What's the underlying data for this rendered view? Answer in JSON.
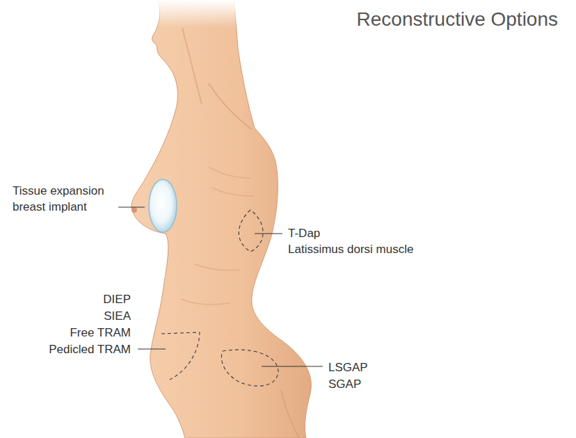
{
  "diagram": {
    "title": "Reconstructive Options",
    "labels": [
      "Tissue expansion breast implant",
      "T-Dap",
      "Latissimus dorsi muscle",
      "DIEP",
      "SIEA",
      "Free TRAM",
      "Pedicled TRAM",
      "LSGAP",
      "SGAP"
    ]
  }
}
